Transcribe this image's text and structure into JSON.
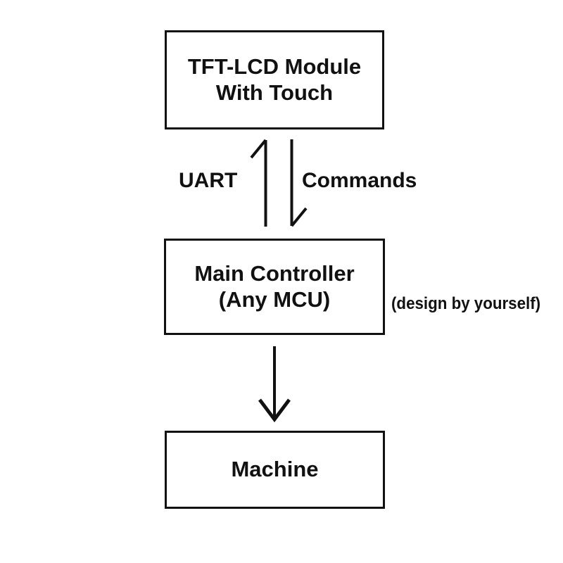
{
  "diagram": {
    "type": "block-diagram",
    "title": "TFT-LCD Module system block diagram",
    "background_color": "#ffffff",
    "stroke_color": "#111111",
    "nodes": [
      {
        "id": "tft-lcd",
        "lines": [
          "TFT-LCD Module",
          "With Touch"
        ],
        "shape": "rectangle"
      },
      {
        "id": "main-controller",
        "lines": [
          "Main Controller",
          "(Any MCU)"
        ],
        "shape": "rectangle"
      },
      {
        "id": "machine",
        "lines": [
          "Machine"
        ],
        "shape": "rectangle"
      }
    ],
    "edges": [
      {
        "id": "uart",
        "label": "UART",
        "from": "main-controller",
        "to": "tft-lcd",
        "direction": "up",
        "arrowhead": "half"
      },
      {
        "id": "commands",
        "label": "Commands",
        "from": "tft-lcd",
        "to": "main-controller",
        "direction": "down",
        "arrowhead": "half"
      },
      {
        "id": "control",
        "label": "",
        "from": "main-controller",
        "to": "machine",
        "direction": "down",
        "arrowhead": "full"
      }
    ],
    "annotations": [
      {
        "id": "design-note",
        "text": "(design by yourself)",
        "attached_to": "main-controller"
      }
    ]
  }
}
